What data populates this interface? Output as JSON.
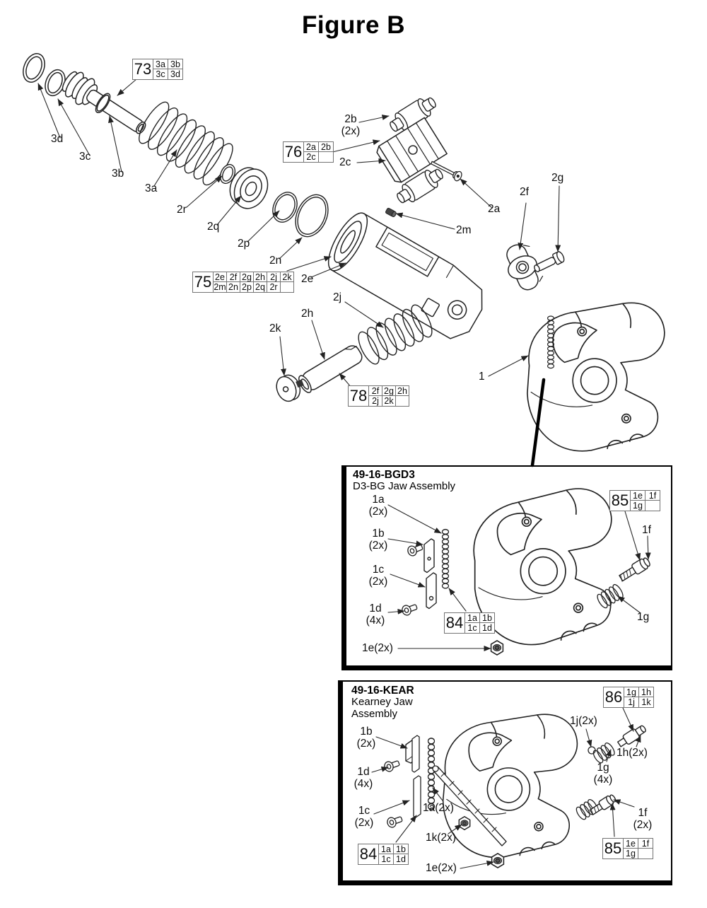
{
  "title": "Figure B",
  "colors": {
    "ink": "#111111",
    "line": "#222222",
    "box_border": "#000000",
    "grid_border": "#737373",
    "background": "#ffffff"
  },
  "callouts": {
    "c3d": {
      "label": "3d"
    },
    "c3c": {
      "label": "3c"
    },
    "c3b": {
      "label": "3b"
    },
    "c3a": {
      "label": "3a"
    },
    "c2r": {
      "label": "2r"
    },
    "c2q": {
      "label": "2q"
    },
    "c2p": {
      "label": "2p"
    },
    "c2n": {
      "label": "2n"
    },
    "c2e": {
      "label": "2e"
    },
    "c2m": {
      "label": "2m"
    },
    "c2b": {
      "label": "2b",
      "qty": "(2x)"
    },
    "c2c": {
      "label": "2c"
    },
    "c2a": {
      "label": "2a"
    },
    "c2f": {
      "label": "2f"
    },
    "c2g": {
      "label": "2g"
    },
    "c2j": {
      "label": "2j"
    },
    "c2h": {
      "label": "2h"
    },
    "c2k": {
      "label": "2k"
    },
    "c1": {
      "label": "1"
    }
  },
  "ref_boxes": {
    "b73": {
      "num": "73",
      "rows": [
        [
          "3a",
          "3b"
        ],
        [
          "3c",
          "3d"
        ]
      ]
    },
    "b76": {
      "num": "76",
      "rows": [
        [
          "2a",
          "2b"
        ],
        [
          "2c",
          ""
        ]
      ]
    },
    "b75": {
      "num": "75",
      "rows": [
        [
          "2e",
          "2f",
          "2g",
          "2h",
          "2j",
          "2k"
        ],
        [
          "2m",
          "2n",
          "2p",
          "2q",
          "2r",
          ""
        ]
      ]
    },
    "b78": {
      "num": "78",
      "rows": [
        [
          "2f",
          "2g",
          "2h"
        ],
        [
          "2j",
          "2k",
          ""
        ]
      ]
    },
    "b84": {
      "num": "84",
      "rows": [
        [
          "1a",
          "1b"
        ],
        [
          "1c",
          "1d"
        ]
      ]
    },
    "b85": {
      "num": "85",
      "rows": [
        [
          "1e",
          "1f"
        ],
        [
          "1g",
          ""
        ]
      ]
    },
    "b86": {
      "num": "86",
      "rows": [
        [
          "1g",
          "1h"
        ],
        [
          "1j",
          "1k"
        ]
      ]
    }
  },
  "bgd3": {
    "code": "49-16-BGD3",
    "name": "D3-BG Jaw Assembly",
    "callouts": {
      "c1a": {
        "label": "1a",
        "qty": "(2x)"
      },
      "c1b": {
        "label": "1b",
        "qty": "(2x)"
      },
      "c1c": {
        "label": "1c",
        "qty": "(2x)"
      },
      "c1d": {
        "label": "1d",
        "qty": "(4x)"
      },
      "c1e": {
        "label": "1e(2x)"
      },
      "c1f": {
        "label": "1f"
      },
      "c1g": {
        "label": "1g"
      }
    }
  },
  "kear": {
    "code": "49-16-KEAR",
    "name_line1": "Kearney Jaw",
    "name_line2": "Assembly",
    "callouts": {
      "c1b": {
        "label": "1b",
        "qty": "(2x)"
      },
      "c1d": {
        "label": "1d",
        "qty": "(4x)"
      },
      "c1c": {
        "label": "1c",
        "qty": "(2x)"
      },
      "c1a": {
        "label": "1a(2x)"
      },
      "c1k": {
        "label": "1k(2x)"
      },
      "c1e": {
        "label": "1e(2x)"
      },
      "c1j": {
        "label": "1j(2x)"
      },
      "c1h": {
        "label": "1h(2x)"
      },
      "c1g": {
        "label": "1g",
        "qty": "(4x)"
      },
      "c1f": {
        "label": "1f",
        "qty": "(2x)"
      }
    }
  }
}
